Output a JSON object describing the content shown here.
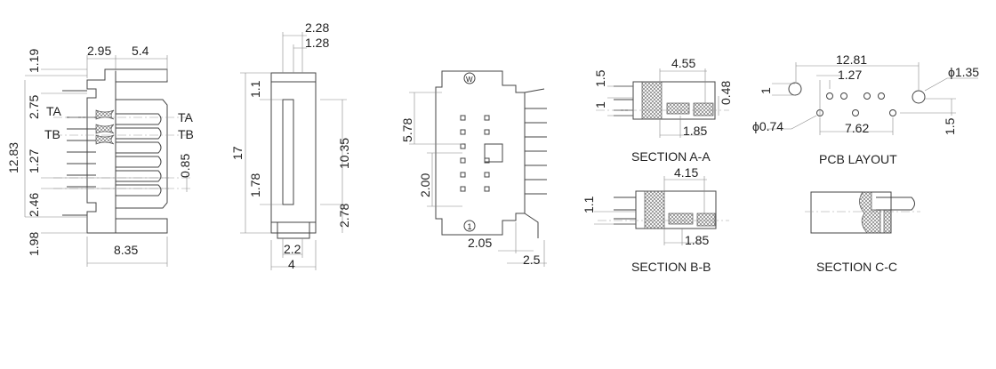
{
  "front_view": {
    "dims": {
      "d1_19": "1.19",
      "d2_95": "2.95",
      "d5_4": "5.4",
      "d2_75": "2.75",
      "d12_83": "12.83",
      "d1_27": "1.27",
      "d0_85": "0.85",
      "d2_46": "2.46",
      "d1_98": "1.98",
      "d8_35": "8.35"
    },
    "labels": {
      "ta_left": "TA",
      "tb_left": "TB",
      "ta_right": "TA",
      "tb_right": "TB"
    }
  },
  "side_view": {
    "dims": {
      "d2_28": "2.28",
      "d1_28": "1.28",
      "d1_1": "1.1",
      "d17": "17",
      "d10_35": "10.35",
      "d1_78": "1.78",
      "d2_78": "2.78",
      "d2_2": "2.2",
      "d4": "4"
    }
  },
  "back_view": {
    "dims": {
      "d5_78": "5.78",
      "d2_00": "2.00",
      "d2_05": "2.05",
      "d2_5": "2.5"
    },
    "markers": {
      "w": "W",
      "one": "1"
    }
  },
  "section_aa": {
    "title": "SECTION A-A",
    "dims": {
      "d4_55": "4.55",
      "d1_5": "1.5",
      "d1": "1",
      "d0_48": "0.48",
      "d1_85": "1.85"
    }
  },
  "pcb_layout": {
    "title": "PCB LAYOUT",
    "dims": {
      "d12_81": "12.81",
      "d1_27": "1.27",
      "phi1_35": "ϕ1.35",
      "d1": "1",
      "phi0_74": "ϕ0.74",
      "d7_62": "7.62",
      "d1_5": "1.5"
    }
  },
  "section_bb": {
    "title": "SECTION B-B",
    "dims": {
      "d4_15": "4.15",
      "d1_1": "1.1",
      "d1_85": "1.85"
    }
  },
  "section_cc": {
    "title": "SECTION C-C"
  }
}
